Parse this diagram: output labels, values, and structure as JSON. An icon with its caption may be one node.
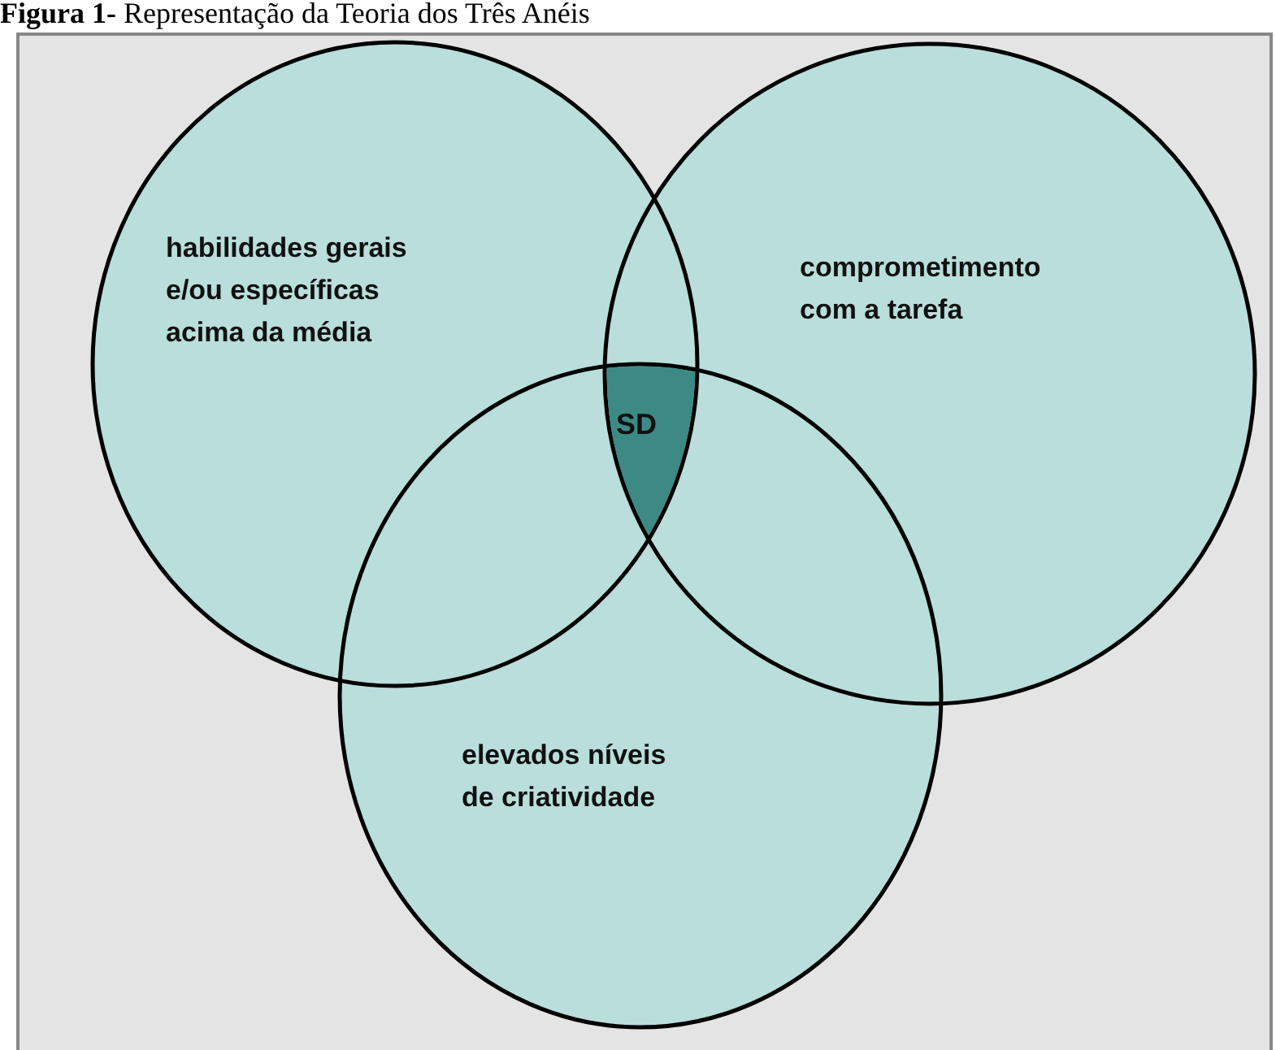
{
  "diagram": {
    "title": "**Figura 1-** Representação da Teoria dos Três Anéis",
    "nodes": [
      {
        "text": [
          "habilidades gerais e/ou específicas acima da média"
        ]
      },
      {
        "text": [
          "comprometimento com a tarefa"
        ]
      },
      {
        "text": [
          "elevados níveis de criatividade"
        ]
      },
      {
        "text": [
          "SD"
        ]
      }
    ]
  }
}
